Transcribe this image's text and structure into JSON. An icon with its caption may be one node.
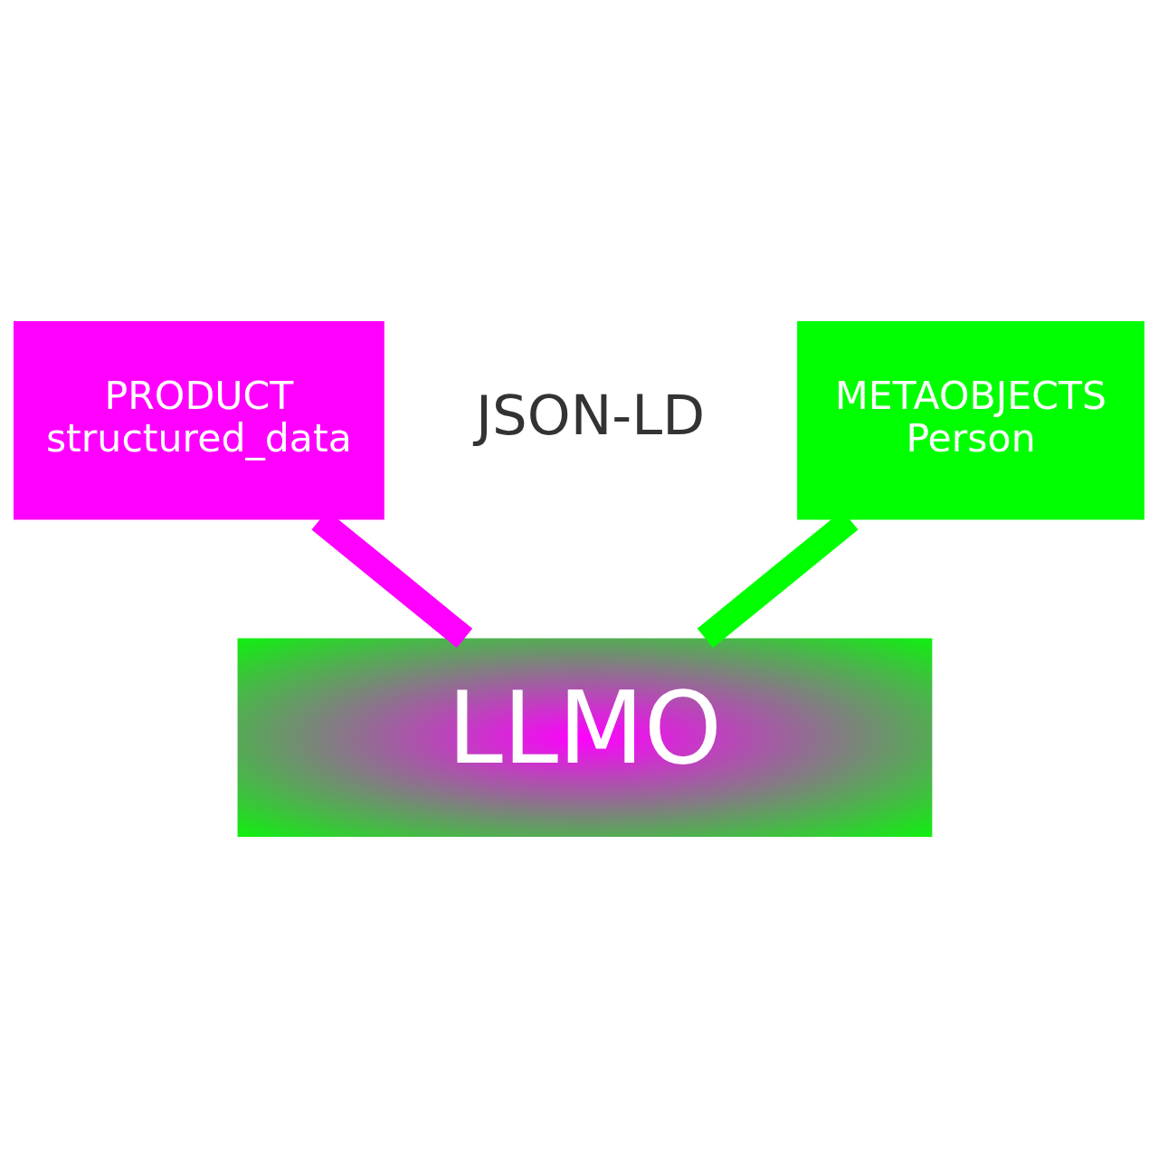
{
  "diagram": {
    "nodes": [
      {
        "text": [
          "PRODUCT",
          "structured_data"
        ]
      },
      {
        "text": [
          "METAOBJECTS",
          "Person"
        ]
      },
      {
        "text": [
          "LLMO"
        ]
      }
    ],
    "edges": [
      {
        "from": 0,
        "to": 2,
        "arrow": "none",
        "color": "#ff00ff"
      },
      {
        "from": 1,
        "to": 2,
        "arrow": "none",
        "color": "#00ff00"
      }
    ],
    "labels": [
      "JSON-LD"
    ]
  }
}
